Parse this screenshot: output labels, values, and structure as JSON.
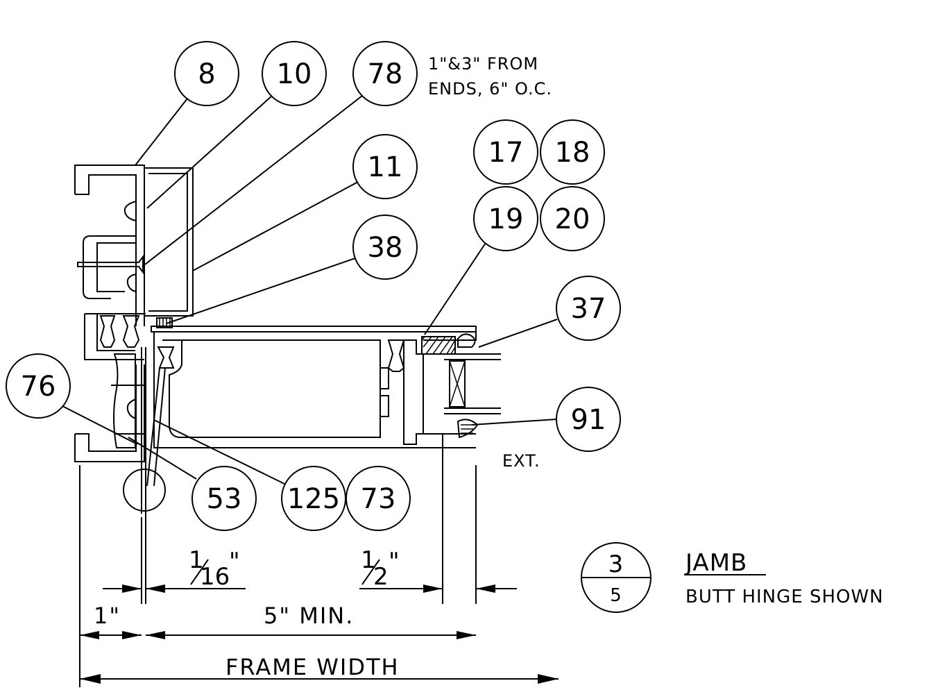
{
  "callouts": {
    "c8": "8",
    "c10": "10",
    "c78": "78",
    "c11": "11",
    "c38": "38",
    "c17": "17",
    "c18": "18",
    "c19": "19",
    "c20": "20",
    "c37": "37",
    "c76": "76",
    "c91": "91",
    "c53": "53",
    "c125": "125",
    "c73": "73"
  },
  "notes": {
    "anchor_line1": "1\"&3\" FROM",
    "anchor_line2": "ENDS, 6\" O.C.",
    "ext": "EXT."
  },
  "dimensions": {
    "sixteenth_num": "1",
    "sixteenth_den": "16",
    "sixteenth_unit": "\"",
    "half_num": "1",
    "half_den": "2",
    "half_unit": "\"",
    "one_inch": "1\"",
    "five_min": "5\" MIN.",
    "frame_width": "FRAME WIDTH"
  },
  "detail": {
    "number": "3",
    "sheet": "5",
    "title": "JAMB",
    "subtitle": "BUTT HINGE SHOWN"
  }
}
